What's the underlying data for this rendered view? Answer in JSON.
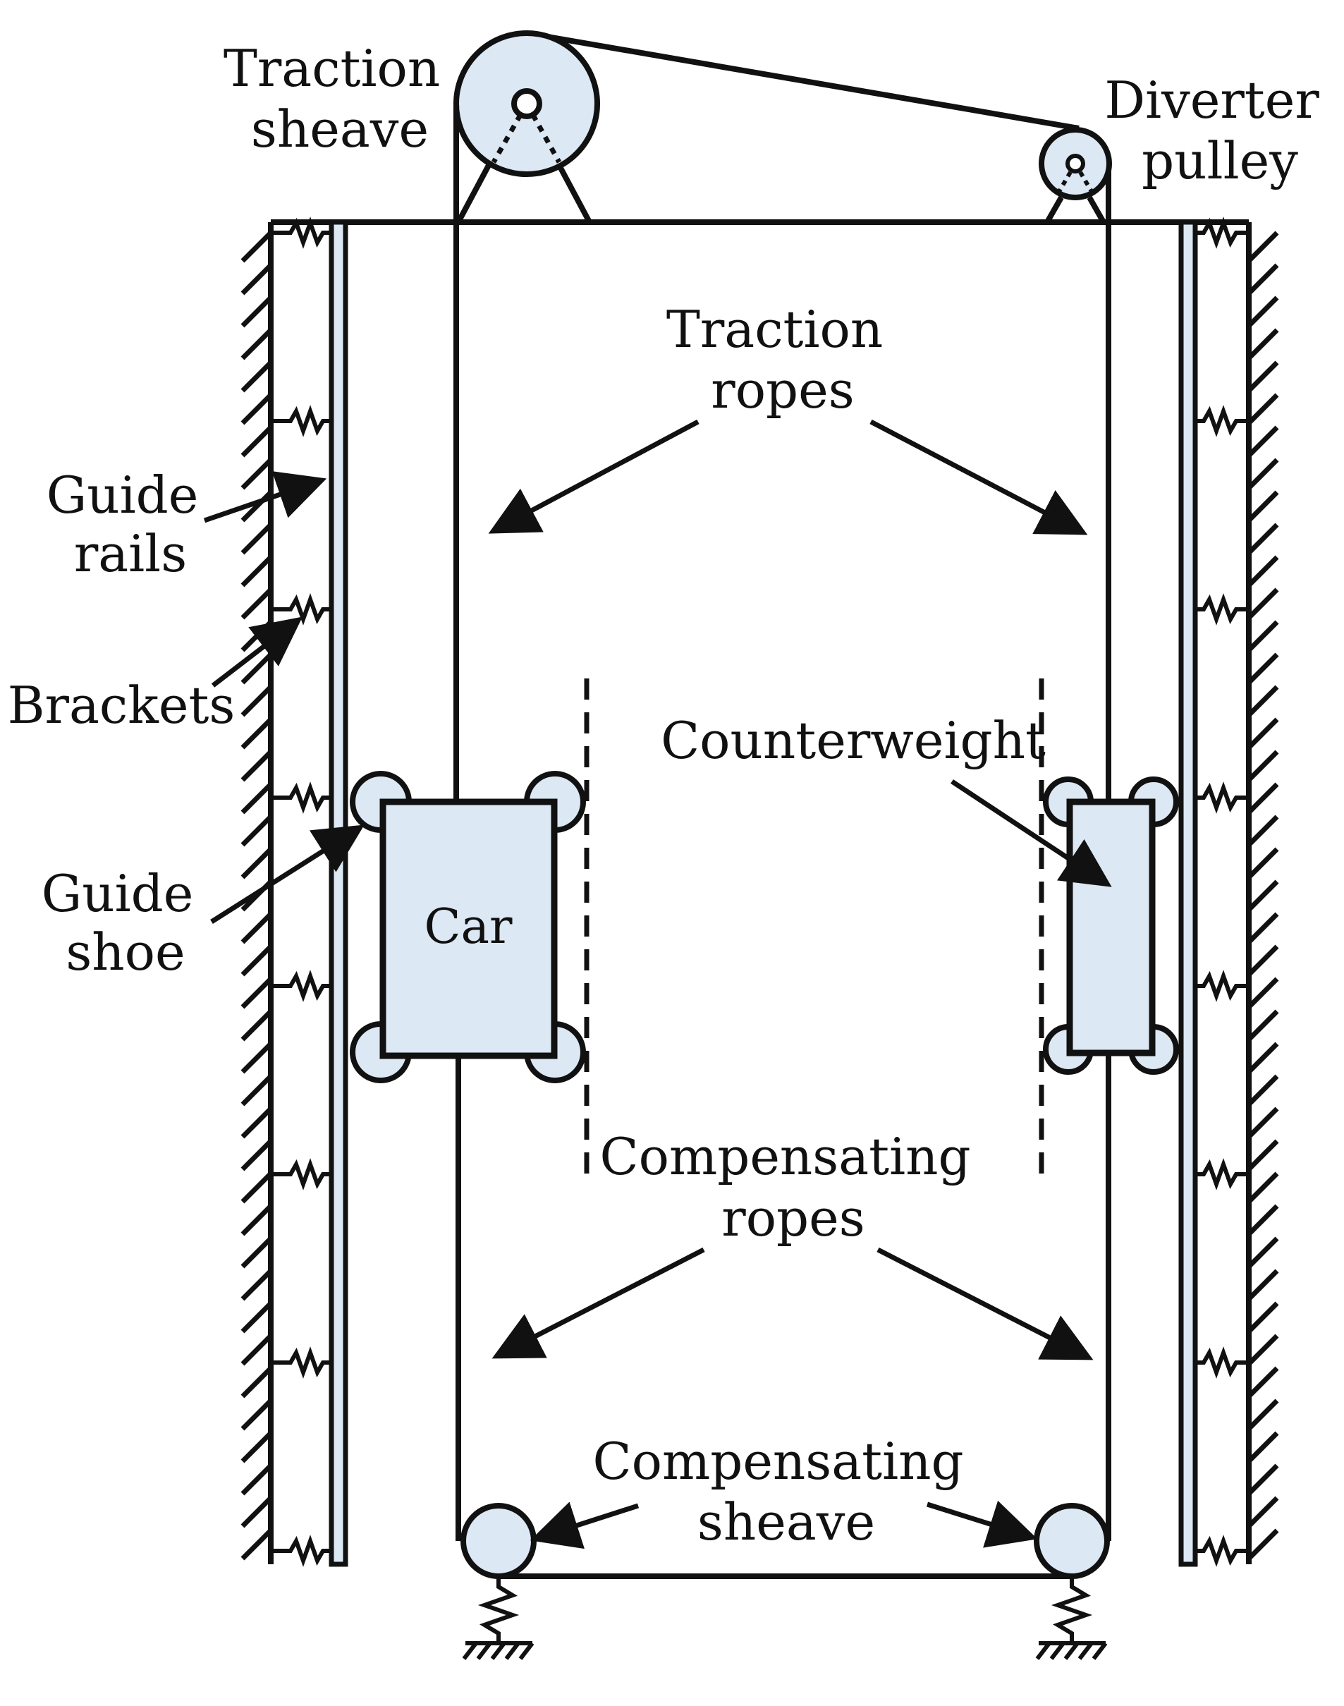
{
  "labels": {
    "traction_sheave": [
      "Traction",
      "sheave"
    ],
    "diverter_pulley": [
      "Diverter",
      "pulley"
    ],
    "traction_ropes": [
      "Traction",
      "ropes"
    ],
    "guide_rails": [
      "Guide",
      "rails"
    ],
    "brackets": "Brackets",
    "guide_shoe": [
      "Guide",
      "shoe"
    ],
    "car": "Car",
    "counterweight": "Counterweight",
    "compensating_ropes": [
      "Compensating",
      "ropes"
    ],
    "compensating_sheave": [
      "Compensating",
      "sheave"
    ]
  },
  "colors": {
    "fill": "#dce8f4",
    "stroke": "#111111",
    "background": "#ffffff"
  }
}
